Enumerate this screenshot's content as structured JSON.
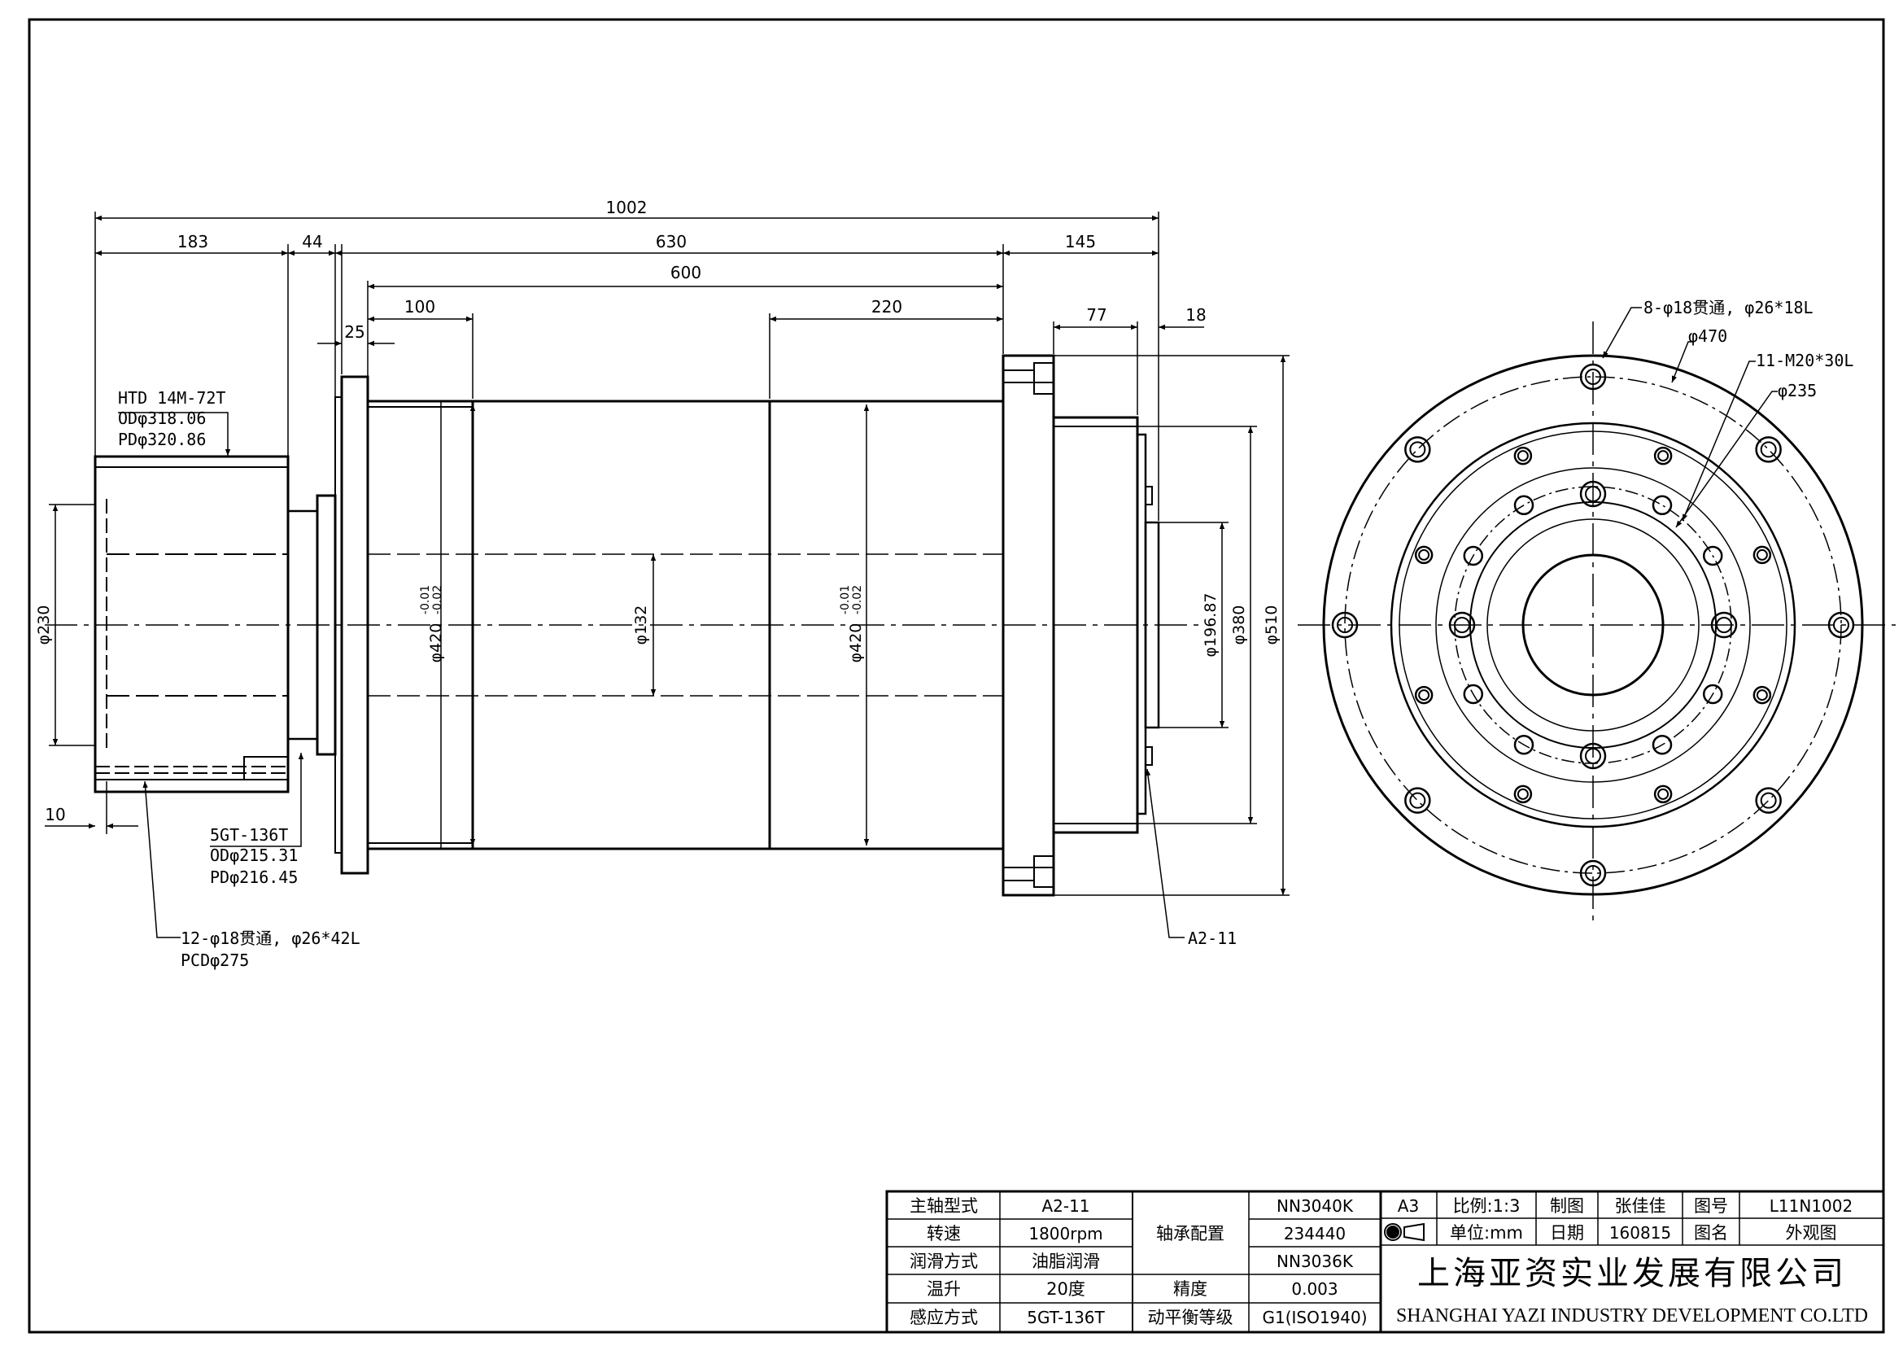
{
  "dimensions": {
    "overall": "1002",
    "d183": "183",
    "d44": "44",
    "d630": "630",
    "d145": "145",
    "d600": "600",
    "d100": "100",
    "d220": "220",
    "d25": "25",
    "d77": "77",
    "d18": "18",
    "d10": "10",
    "phi230": "φ230",
    "phi420a": "φ420",
    "phi132": "φ132",
    "phi420b": "φ420",
    "tol_upper": "-0.01",
    "tol_lower": "-0.02",
    "phi196": "φ196.87",
    "phi380": "φ380",
    "phi510": "φ510"
  },
  "notes": {
    "htd1": "HTD 14M-72T",
    "htd2": "ODφ318.06",
    "htd3": "PDφ320.86",
    "gt1": "5GT-136T",
    "gt2": "ODφ215.31",
    "gt3": "PDφ216.45",
    "holes1": "12-φ18贯通, φ26*42L",
    "holes2": "PCDφ275",
    "nose": "A2-11",
    "fholes": "8-φ18贯通, φ26*18L",
    "f470": "φ470",
    "fm20": "11-M20*30L",
    "f235": "φ235"
  },
  "title_block": {
    "spec_rows": [
      {
        "label": "主轴型式",
        "value": "A2-11"
      },
      {
        "label": "转速",
        "value": "1800rpm"
      },
      {
        "label": "润滑方式",
        "value": "油脂润滑"
      },
      {
        "label": "温升",
        "value": "20度"
      },
      {
        "label": "感应方式",
        "value": "5GT-136T"
      }
    ],
    "bearing_label": "轴承配置",
    "bearings": [
      "NN3040K",
      "234440",
      "NN3036K"
    ],
    "precision_label": "精度",
    "precision": "0.003",
    "balance_label": "动平衡等级",
    "balance": "G1(ISO1940)",
    "sheet_size": "A3",
    "scale": "比例:1:3",
    "drawn_label": "制图",
    "drawer": "张佳佳",
    "drawing_no_label": "图号",
    "drawing_no": "L11N1002",
    "unit": "单位:mm",
    "date_label": "日期",
    "date": "160815",
    "drawing_name_label": "图名",
    "drawing_name": "外观图",
    "company_cn": "上海亚资实业发展有限公司",
    "company_en": "SHANGHAI YAZI INDUSTRY DEVELOPMENT CO.LTD"
  }
}
